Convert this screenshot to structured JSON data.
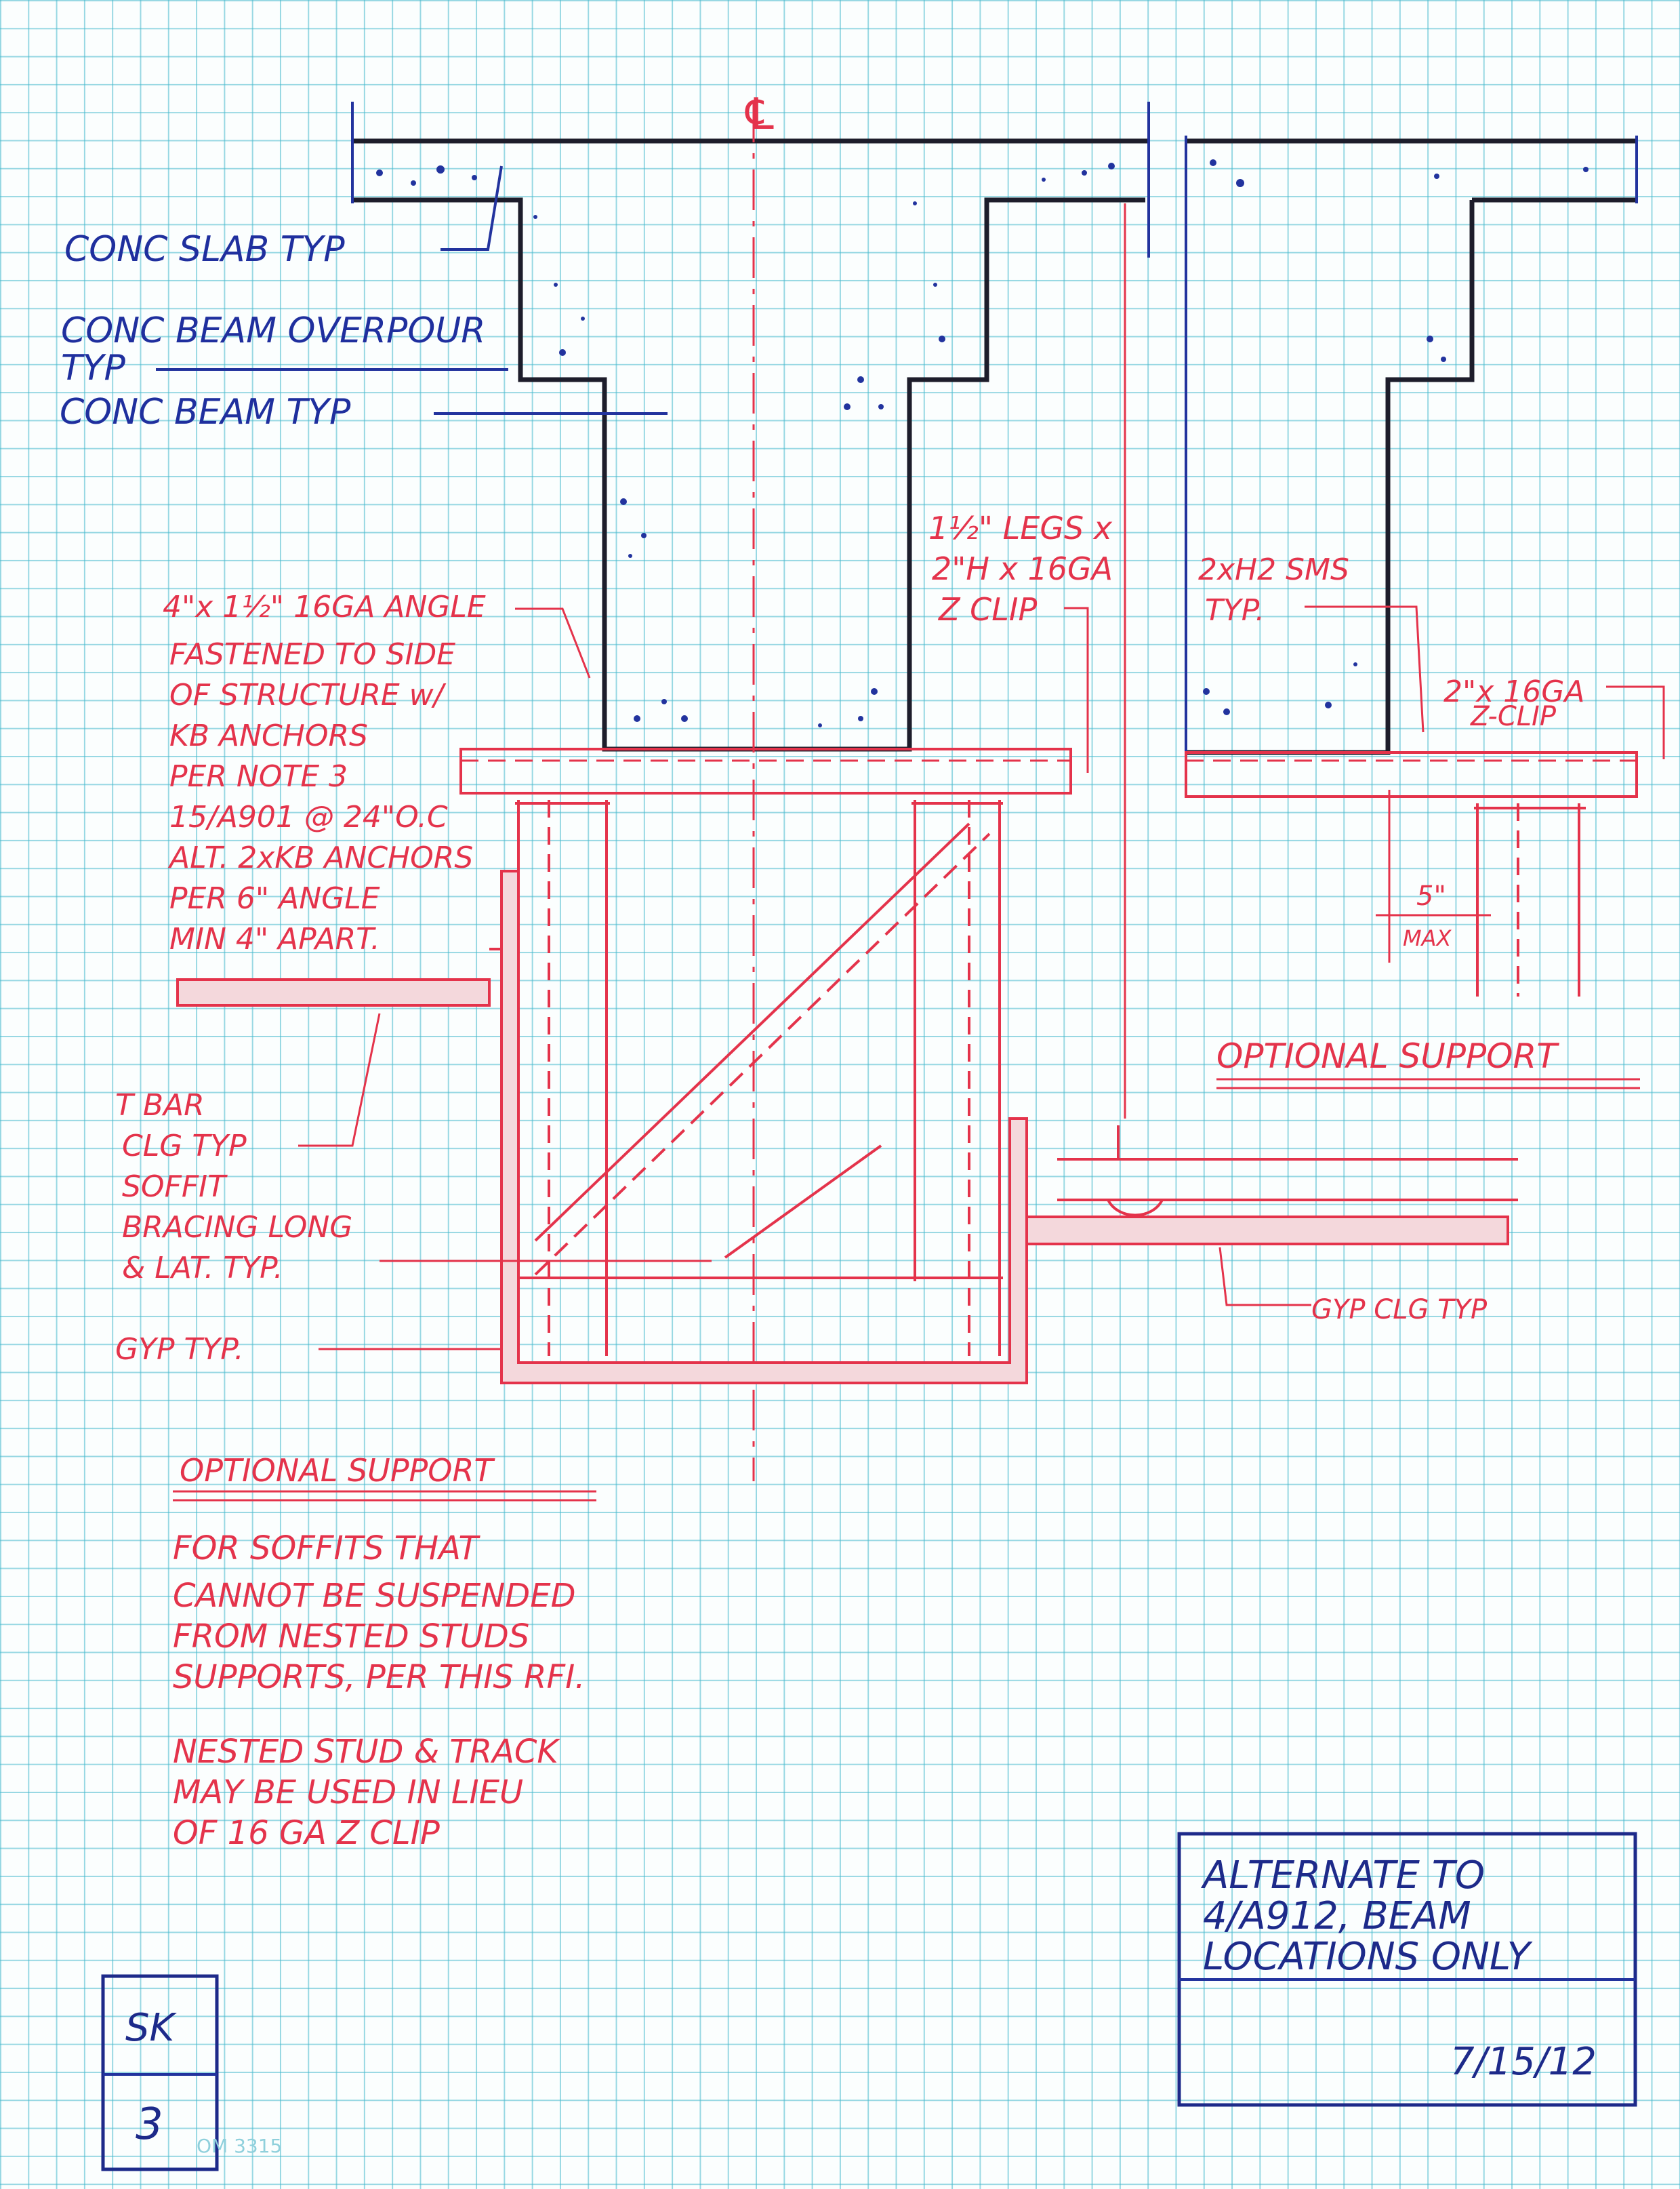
{
  "labels": {
    "conc_slab": "CONC SLAB TYP",
    "beam_overpour_1": "CONC BEAM OVERPOUR",
    "beam_overpour_2": "TYP",
    "conc_beam": "CONC BEAM TYP",
    "angle_note": [
      "4\"x 1½\" 16GA ANGLE",
      "FASTENED TO SIDE",
      "OF STRUCTURE w/",
      "KB ANCHORS",
      "PER NOTE 3",
      "15/A901 @ 24\"O.C",
      "ALT. 2xKB ANCHORS",
      "PER 6\" ANGLE",
      "MIN 4\" APART."
    ],
    "zclip_note": [
      "1½\" LEGS x",
      "2\"H x 16GA",
      "Z CLIP"
    ],
    "sms_note": [
      "2xH2 SMS",
      "TYP."
    ],
    "zclip2_note": [
      "2\"x 16GA",
      "Z-CLIP"
    ],
    "tbar": [
      "T BAR",
      "CLG TYP"
    ],
    "bracing": [
      "SOFFIT",
      "BRACING LONG",
      "& LAT. TYP."
    ],
    "gyp_typ": "GYP TYP.",
    "gyp_clg": "GYP CLG TYP",
    "dim_5": "5\"",
    "dim_max": "MAX",
    "optional_support_right": "OPTIONAL SUPPORT",
    "optional_support_left": "OPTIONAL SUPPORT",
    "note1": [
      "FOR SOFFITS THAT",
      "CANNOT BE SUSPENDED",
      "FROM NESTED STUDS",
      "SUPPORTS, PER THIS RFI."
    ],
    "note2": [
      "NESTED STUD & TRACK",
      "MAY BE USED IN LIEU",
      "OF 16 GA Z CLIP"
    ],
    "centerline": "℄"
  },
  "title_block": {
    "text": [
      "ALTERNATE TO",
      "4/A912, BEAM",
      "LOCATIONS ONLY"
    ],
    "date": "7/15/12"
  },
  "sheet": {
    "prefix": "SK",
    "number": "3",
    "form": "OM 3315"
  },
  "colors": {
    "ink_blue": "#1f2f9e",
    "ink_red": "#e4334b",
    "concrete_outline": "#1d1d2b",
    "grid": "#46b9cd"
  }
}
